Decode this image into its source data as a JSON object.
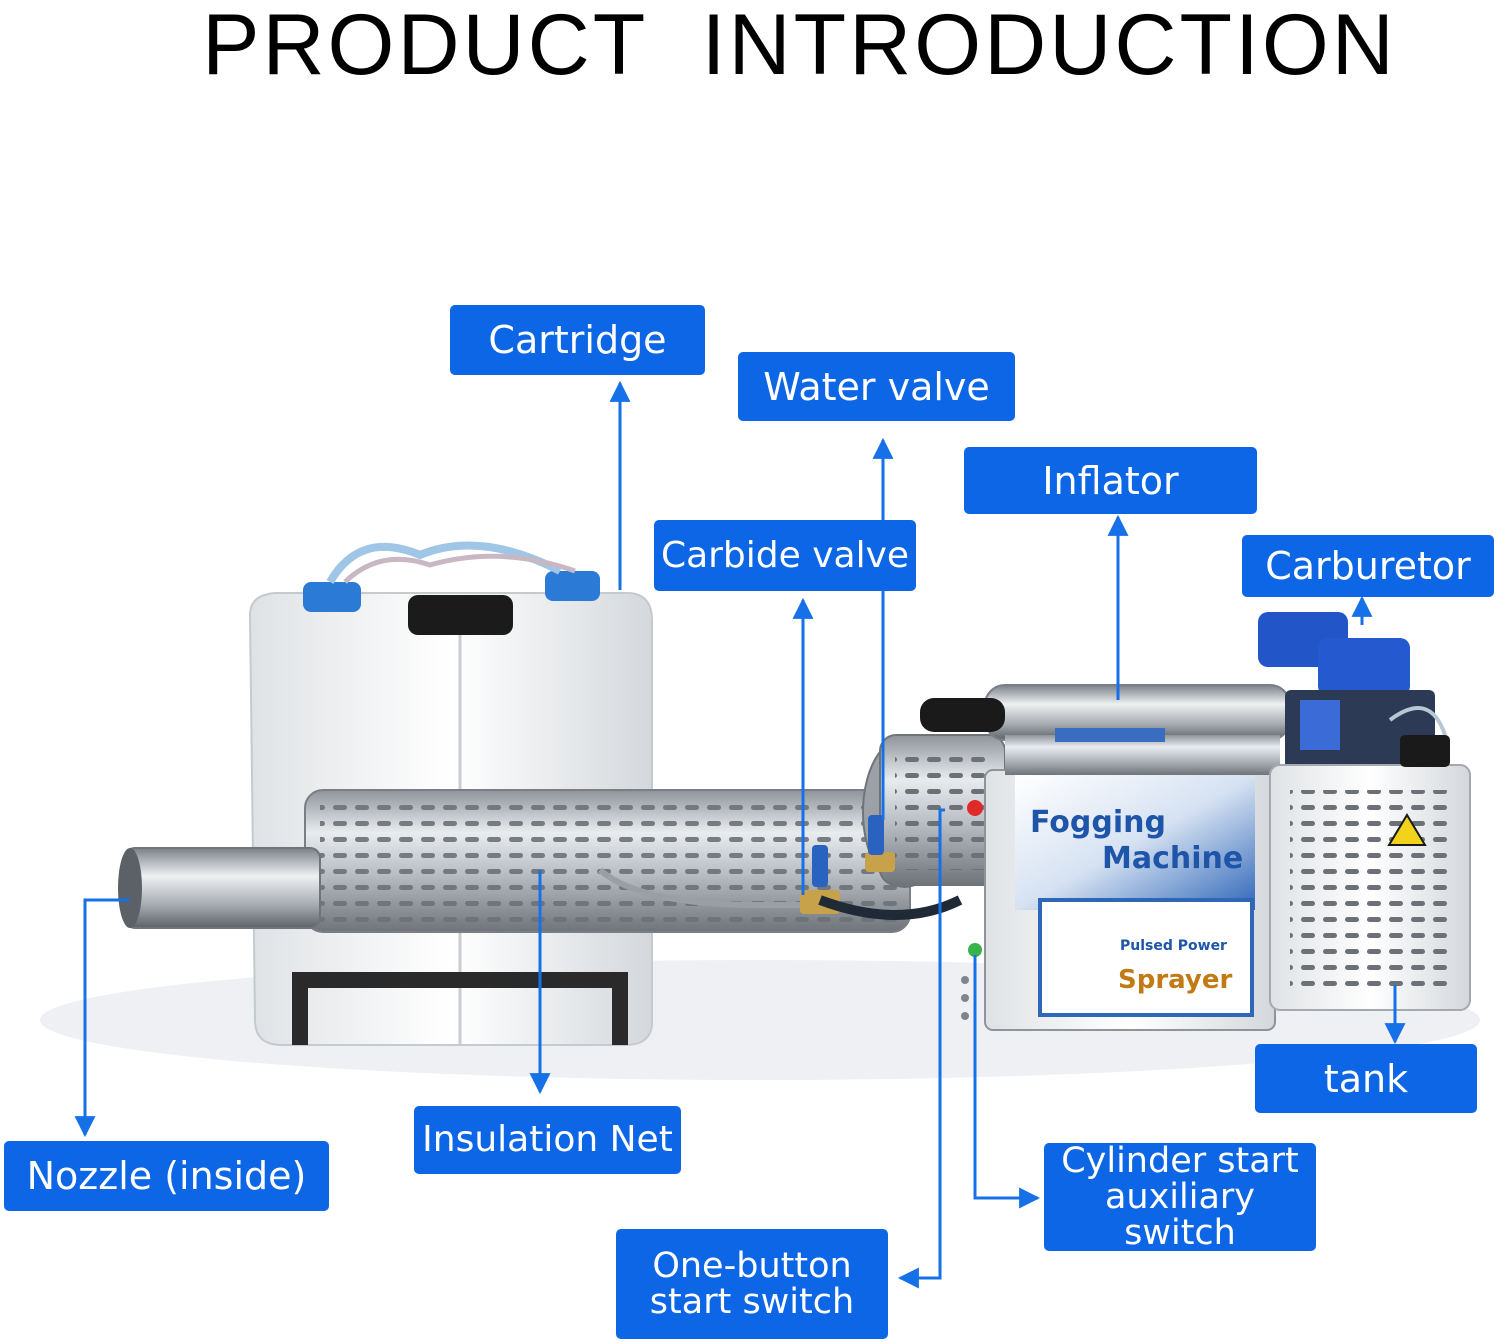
{
  "title": "PRODUCT INTRODUCTION",
  "product_labels": {
    "panel_line1": "Fogging",
    "panel_line2": "Machine",
    "panel_line3": "Pulsed Power",
    "panel_line4": "Sprayer"
  },
  "callouts": {
    "cartridge": "Cartridge",
    "water_valve": "Water valve",
    "inflator": "Inflator",
    "carbide_valve": "Carbide valve",
    "carburetor": "Carburetor",
    "tank": "tank",
    "nozzle": "Nozzle (inside)",
    "insulation_net": "Insulation Net",
    "cylinder_switch_line1": "Cylinder start",
    "cylinder_switch_line2": "auxiliary switch",
    "one_button_line1": "One-button",
    "one_button_line2": "start switch"
  },
  "colors": {
    "label_bg": "#0c66e6",
    "arrow": "#1670e8",
    "steel": "#c9ccd0",
    "tank_white": "#f4f5f6"
  }
}
